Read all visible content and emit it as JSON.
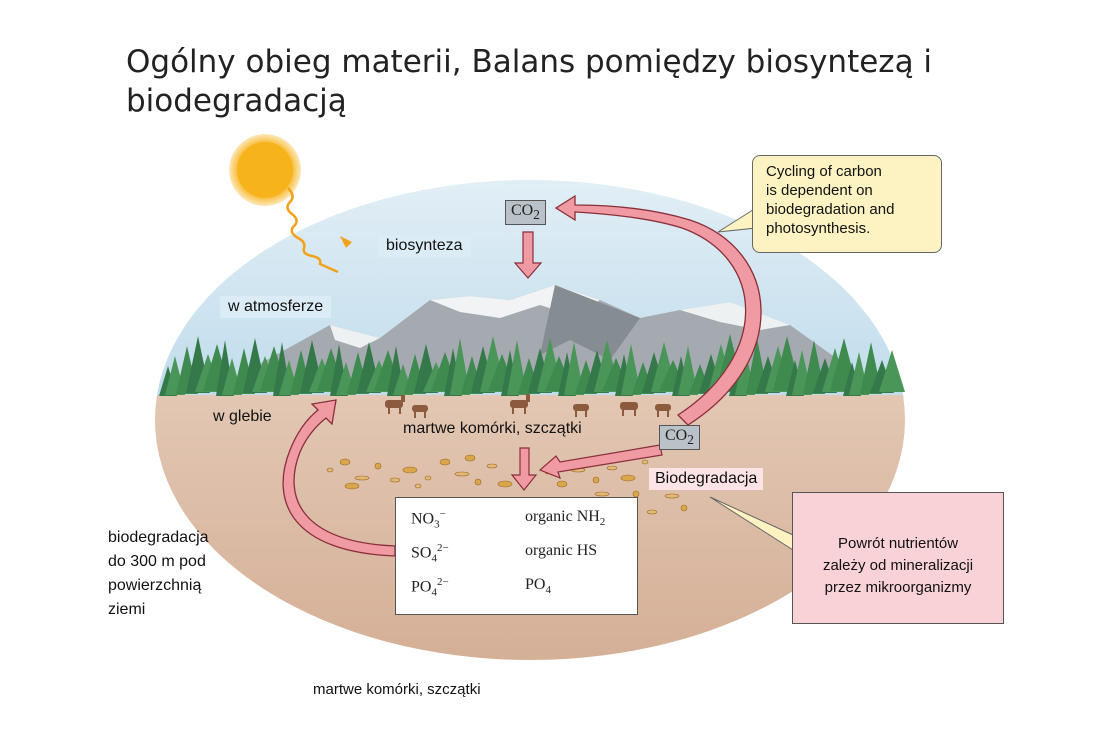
{
  "title": "Ogólny obieg materii, Balans pomiędzy biosyntezą i biodegradacją",
  "labels": {
    "biosynthesis": "biosynteza",
    "atmosphere": "w atmosferze",
    "soil": "w glebie",
    "dead_cells_mid": "martwe komórki, szczątki",
    "biodegradation": "Biodegradacja",
    "depth_note": [
      "biodegradacja",
      "do 300 m pod",
      "powierzchnią",
      "ziemi"
    ],
    "dead_cells_bottom": "martwe komórki, szczątki",
    "co2": "CO",
    "co2_sub": "2"
  },
  "callouts": {
    "carbon": [
      "Cycling of carbon",
      "is dependent on",
      "biodegradation and",
      "photosynthesis."
    ],
    "nutrients": [
      "Powrót nutrientów",
      "zależy od mineralizacji",
      "przez mikroorganizmy"
    ]
  },
  "conversions": [
    {
      "product": "NO",
      "product_sub": "3",
      "product_sup": "−",
      "source": "organic NH",
      "source_sub": "2",
      "source_sup": ""
    },
    {
      "product": "SO",
      "product_sub": "4",
      "product_sup": "2−",
      "source": "organic HS",
      "source_sub": "",
      "source_sup": ""
    },
    {
      "product": "PO",
      "product_sub": "4",
      "product_sup": "2−",
      "source": "PO",
      "source_sub": "4",
      "source_sup": ""
    }
  ],
  "colors": {
    "sky": "#c9e1ef",
    "soil": "#d8b8a3",
    "arrow_fill": "#f09aa3",
    "arrow_stroke": "#8a2f3a",
    "tree": "#3f8a4e",
    "mountain": "#9aa1a6",
    "sun": "#f7b31b"
  }
}
